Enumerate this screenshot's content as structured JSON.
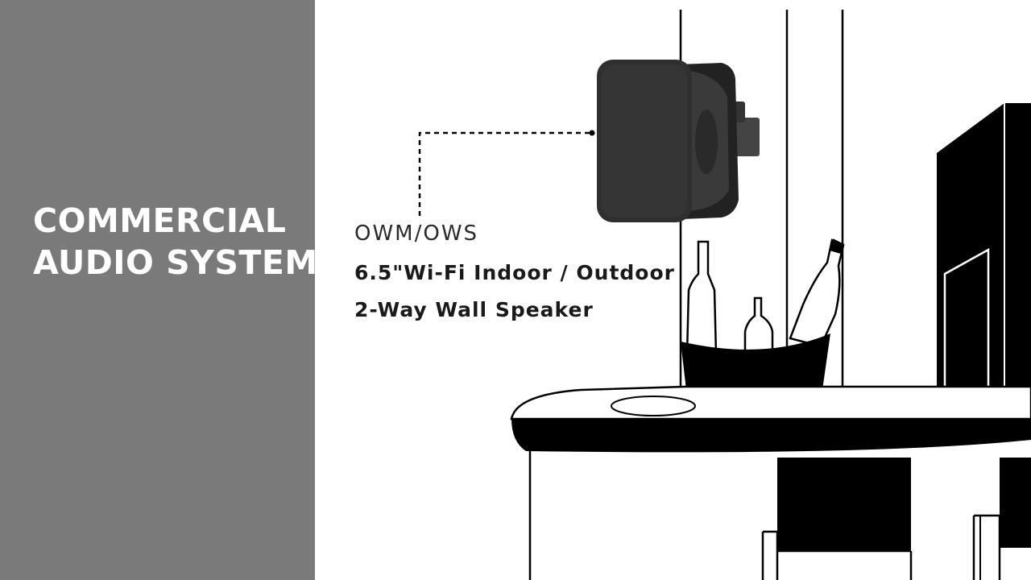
{
  "colors": {
    "side_panel": "#7a7a7a",
    "side_text": "#ffffff",
    "ink": "#000000",
    "speaker": "#2b2b2b"
  },
  "side_panel": {
    "title_line1": "COMMERCIAL",
    "title_line2": "AUDIO SYSTEM"
  },
  "callout": {
    "model": "OWM/OWS",
    "line1": "6.5\"Wi-Fi Indoor / Outdoor",
    "line2": "2-Way Wall Speaker"
  },
  "illustration": {
    "subject": "wall-speaker-icon",
    "items": [
      "bar-counter",
      "ice-bucket-icon",
      "bottle-icon",
      "bar-stool-icon",
      "door-icon"
    ]
  }
}
